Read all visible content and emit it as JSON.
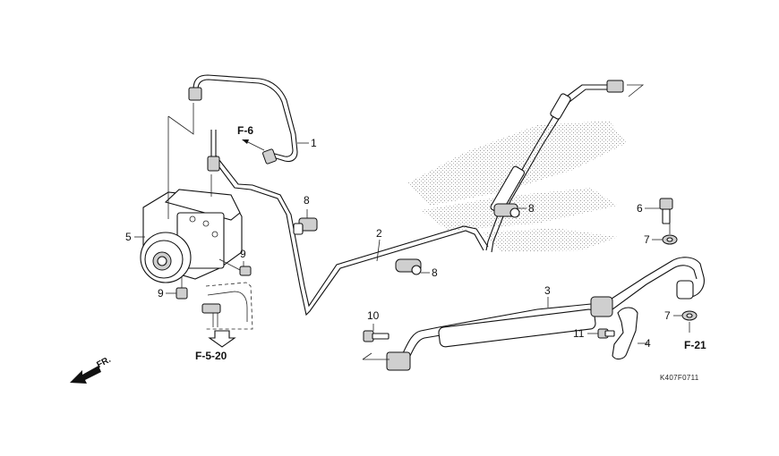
{
  "diagram": {
    "title": "ABS modulator and brake pipes exploded view",
    "drawing_code": "K407F0711",
    "direction_indicator": "FR.",
    "part_callouts": [
      {
        "number": "1",
        "part": "brake-pipe-upper"
      },
      {
        "number": "2",
        "part": "brake-pipe-long"
      },
      {
        "number": "3",
        "part": "brake-hose"
      },
      {
        "number": "4",
        "part": "hose-clamp-bracket"
      },
      {
        "number": "5",
        "part": "abs-modulator"
      },
      {
        "number": "6",
        "part": "oil-bolt"
      },
      {
        "number": "7",
        "part": "sealing-washer-upper"
      },
      {
        "number": "7",
        "part": "sealing-washer-lower"
      },
      {
        "number": "8",
        "part": "pipe-clamp-left"
      },
      {
        "number": "8",
        "part": "pipe-clamp-right"
      },
      {
        "number": "8",
        "part": "pipe-clamp-center"
      },
      {
        "number": "9",
        "part": "modulator-bolt-right"
      },
      {
        "number": "9",
        "part": "modulator-bolt-left"
      },
      {
        "number": "10",
        "part": "flange-bolt-hose"
      },
      {
        "number": "11",
        "part": "flange-bolt-bracket"
      }
    ],
    "references": [
      {
        "label": "F-6"
      },
      {
        "label": "F-5-20"
      },
      {
        "label": "F-21"
      }
    ]
  }
}
